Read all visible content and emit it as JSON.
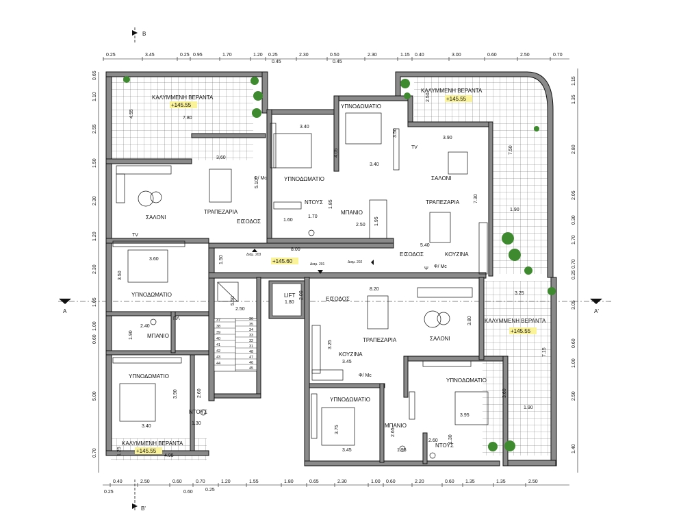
{
  "sections": {
    "b_top": "B",
    "b_bottom": "B'",
    "a_left": "A",
    "a_right": "A'"
  },
  "top_dims": [
    "0.25",
    "3.45",
    "0.25",
    "0.95",
    "1.70",
    "1.20",
    "0.25",
    "2.30",
    "0.50",
    "2.30",
    "1.15",
    "0.40",
    "3.00",
    "0.60",
    "2.50",
    "0.70"
  ],
  "top_sub_dims": [
    "0.45",
    "0.45"
  ],
  "bottom_dims": [
    "0.40",
    "2.50",
    "0.60",
    "0.70",
    "1.20",
    "1.55",
    "1.80",
    "0.65",
    "2.30",
    "1.00",
    "0.60",
    "2.20",
    "0.60",
    "1.35",
    "1.35",
    "2.50"
  ],
  "bottom_sub_dims": [
    "0.25",
    "0.60",
    "0.25"
  ],
  "left_dims": [
    "0.65",
    "1.10",
    "2.55",
    "1.50",
    "2.30",
    "1.20",
    "2.30",
    "1.05",
    "1.00",
    "0.60",
    "5.00",
    "0.70"
  ],
  "right_dims": [
    "1.15",
    "1.35",
    "2.80",
    "2.05",
    "0.30",
    "1.70",
    "0.70",
    "0.25",
    "3.05",
    "0.60",
    "1.00",
    "2.50",
    "1.40"
  ],
  "rooms": {
    "veranda_nw": "ΚΑΛΥΜΜΕΝΗ ΒΕΡΑΝΤΑ",
    "veranda_ne": "ΚΑΛΥΜΜΕΝΗ ΒΕΡΑΝΤΑ",
    "veranda_e": "ΚΑΛΥΜΜΕΝΗ ΒΕΡΑΝΤΑ",
    "veranda_sw": "ΚΑΛΥΜΜΕΝΗ ΒΕΡΑΝΤΑ",
    "bed_top_mid": "ΥΠΝΟΔΩΜΑΤΙΟ",
    "bed_top_center": "ΥΠΝΟΔΩΜΑΤΙΟ",
    "bed_w_mid": "ΥΠΝΟΔΩΜΑΤΙΟ",
    "bed_w_low": "ΥΠΝΟΔΩΜΑΤΙΟ",
    "bed_s_mid": "ΥΠΝΟΔΩΜΑΤΙΟ",
    "bed_se": "ΥΠΝΟΔΩΜΑΤΙΟ",
    "salon_w": "ΣΑΛΟΝΙ",
    "salon_ne": "ΣΑΛΟΝΙ",
    "salon_se": "ΣΑΛΟΝΙ",
    "dining_w": "ΤΡΑΠΕΖΑΡΙΑ",
    "dining_ne": "ΤΡΑΠΕΖΑΡΙΑ",
    "dining_se": "ΤΡΑΠΕΖΑΡΙΑ",
    "entry_w": "ΕΙΣΟΔΟΣ",
    "entry_ne": "ΕΙΣΟΔΟΣ",
    "entry_se": "ΕΙΣΟΔΟΣ",
    "kitchen_ne": "ΚΟΥΖΙΝΑ",
    "kitchen_se": "ΚΟΥΖΙΝΑ",
    "bath_top": "ΜΠΑΝΙΟ",
    "bath_w": "ΜΠΑΝΙΟ",
    "bath_s": "ΜΠΑΝΙΟ",
    "shower_top": "ΝΤΟΥΣ",
    "shower_w": "ΝΤΟΥΣ",
    "shower_s": "ΝΤΟΥΣ",
    "lift": "LIFT",
    "tv_w": "TV",
    "tv_ne": "TV",
    "phi_w": "Φ/ Μc",
    "phi_ne": "Φ/ Μc",
    "phi_se": "Φ/ Μc",
    "psi": "Ψ",
    "pl": "ΠΛ"
  },
  "levels": [
    "+145.55",
    "+145.55",
    "+145.55",
    "+145.55",
    "+145.60"
  ],
  "corridor": {
    "width": "8.00",
    "height": "1.50",
    "d203": "Διαμ. 203",
    "d201": "Διαμ. 201",
    "d202": "Διαμ. 202"
  },
  "room_dims": {
    "veranda_nw_w": "7.80",
    "veranda_nw_h": "4.55",
    "veranda_ne_h": "2.50",
    "veranda_ne_v": "7.50",
    "veranda_ne_w": "1.90",
    "dining_w_w": "3.60",
    "dining_w_h": "5.10",
    "bed_top_mid_w": "3.40",
    "bed_top_mid_h": "4.05",
    "bed_top_center_h": "3.50",
    "bed_top_center_w": "3.40",
    "salon_ne_w": "3.90",
    "salon_ne_h": "7.30",
    "shower_top_w": "1.70",
    "shower_top_h": "1.85",
    "bath_top_w": "2.50",
    "bath_top_h": "1.95",
    "bed_top_1_60": "1.60",
    "kitchen_ne_w": "5.40",
    "bed_w_mid_w": "3.60",
    "bed_w_mid_h": "3.50",
    "lift_w": "1.80",
    "lift_h": "2.00",
    "stair_h": "5.50",
    "stair_w": "2.50",
    "bath_w_w": "2.40",
    "bath_w_h": "1.90",
    "bed_w_low_h": "3.90",
    "bed_w_low_w": "3.40",
    "shower_w_w": "2.60",
    "shower_w_h": "1.30",
    "veranda_sw_h": "1.25",
    "veranda_sw_w": "4.95",
    "dining_se_w": "8.20",
    "salon_se_h": "3.80",
    "kitchen_se_h": "3.25",
    "kitchen_se_w": "3.45",
    "veranda_e_w": "3.25",
    "veranda_e_v": "7.15",
    "veranda_e_1_90": "1.90",
    "bed_se_h": "3.60",
    "bed_se_w": "3.95",
    "bed_s_mid_h": "3.75",
    "bed_s_mid_w": "3.45",
    "bath_s_h": "2.65",
    "bath_s_w": "1.95",
    "shower_s_w": "2.60",
    "shower_s_h": "1.30"
  },
  "stairs_left": [
    "37",
    "38",
    "39",
    "40",
    "41",
    "42",
    "43",
    "44"
  ],
  "stairs_right": [
    "36",
    "35",
    "34",
    "33",
    "32",
    "31",
    "48",
    "47",
    "46",
    "45"
  ]
}
